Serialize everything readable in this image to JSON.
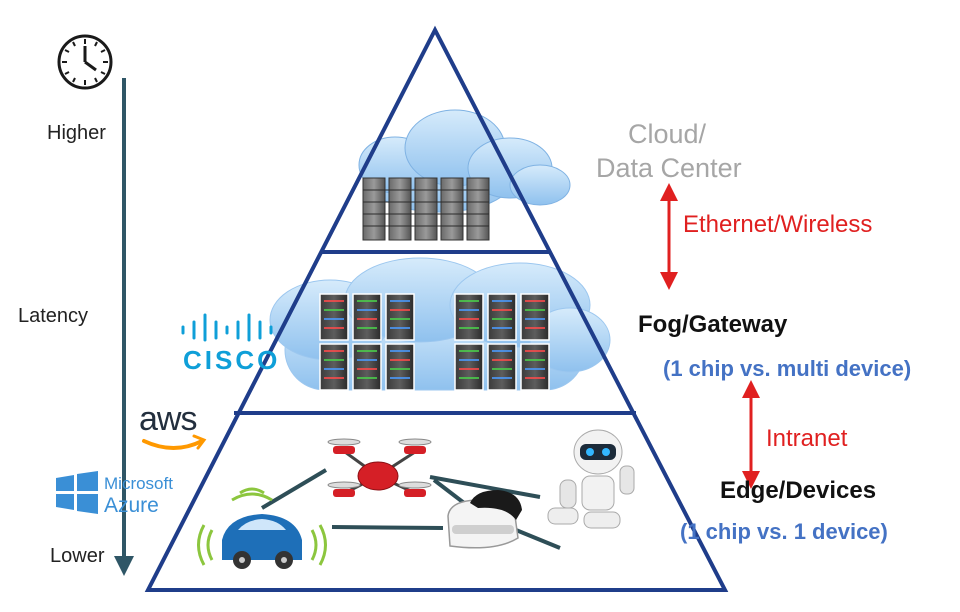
{
  "latency_axis": {
    "top_label": "Higher",
    "middle_label": "Latency",
    "bottom_label": "Lower",
    "icon": "clock-icon"
  },
  "tiers": {
    "cloud": {
      "label_line1": "Cloud/",
      "label_line2": "Data Center"
    },
    "fog": {
      "label": "Fog/Gateway",
      "note": "(1 chip vs. multi device)"
    },
    "edge": {
      "label": "Edge/Devices",
      "note": "(1 chip vs. 1 device)"
    }
  },
  "connections": {
    "cloud_fog": "Ethernet/Wireless",
    "fog_edge": "Intranet"
  },
  "logos": {
    "cisco": "CISCO",
    "aws": "aws",
    "azure_line1": "Microsoft",
    "azure_line2": "Azure"
  },
  "colors": {
    "pyramid_stroke": "#1f3d8a",
    "arrow_red": "#e02020",
    "note_blue": "#4472c4",
    "cloud_grey_text": "#a6a6a6",
    "latency_axis": "#2f5666",
    "cisco_blue": "#0f9fd8",
    "aws_orange": "#ff9900",
    "azure_blue": "#3a8fd6"
  },
  "device_icons": [
    "drone-icon",
    "robot-icon",
    "vr-headset-icon",
    "self-driving-car-icon"
  ]
}
